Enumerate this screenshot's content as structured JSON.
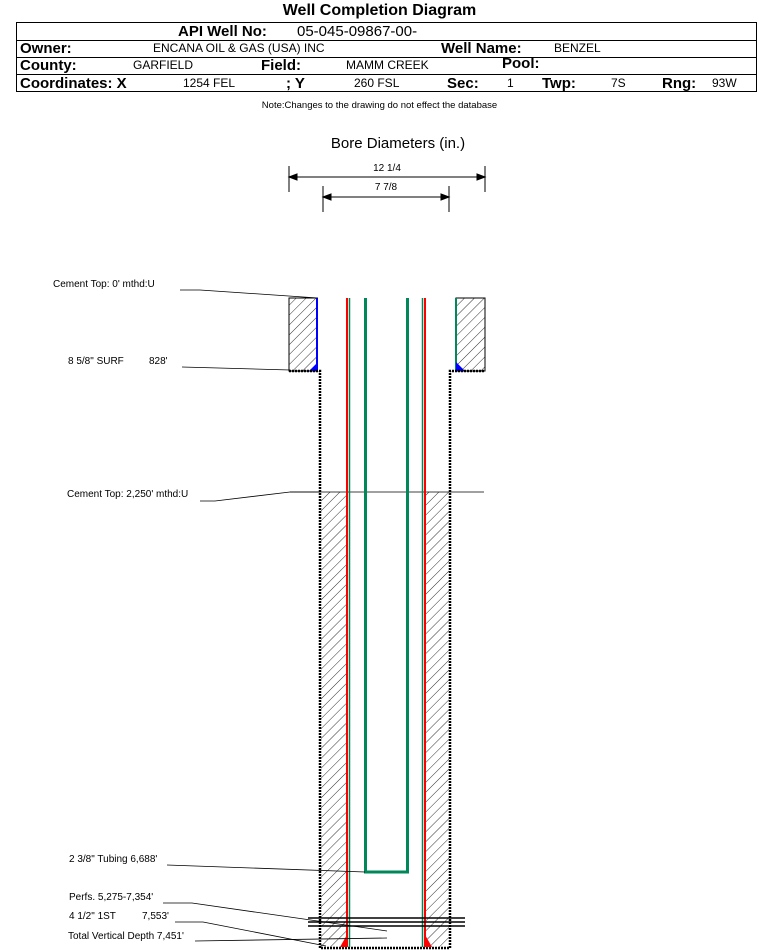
{
  "title": "Well Completion Diagram",
  "header": {
    "api_label": "API Well No:",
    "api_value": "05-045-09867-00-",
    "owner_label": "Owner:",
    "owner_value": "ENCANA OIL & GAS (USA) INC",
    "well_name_label": "Well Name:",
    "well_name_value": "BENZEL",
    "county_label": "County:",
    "county_value": "GARFIELD",
    "field_label": "Field:",
    "field_value": "MAMM CREEK",
    "pool_label": "Pool:",
    "coord_x_label": "Coordinates: X",
    "coord_x_value": "1254 FEL",
    "coord_y_label": "; Y",
    "coord_y_value": "260 FSL",
    "sec_label": "Sec:",
    "sec_value": "1",
    "twp_label": "Twp:",
    "twp_value": "7S",
    "rng_label": "Rng:",
    "rng_value": "93W"
  },
  "note": "Note:Changes to the drawing do not effect the database",
  "diagram": {
    "bore_title": "Bore Diameters (in.)",
    "bore_outer": "12 1/4",
    "bore_inner": "7 7/8",
    "labels": {
      "cement_top_1": "Cement Top: 0' mthd:U",
      "surface_casing": "8 5/8\" SURF",
      "surface_casing_depth": "828'",
      "cement_top_2": "Cement Top: 2,250' mthd:U",
      "tubing": "2 3/8\" Tubing 6,688'",
      "perfs": "Perfs. 5,275-7,354'",
      "prod_casing": "4 1/2\" 1ST",
      "prod_casing_depth": "7,553'",
      "tvd": "Total Vertical Depth 7,451'"
    },
    "colors": {
      "casing": "#ff0000",
      "tubing": "#00875a",
      "cement_seal": "#0000ff"
    }
  }
}
